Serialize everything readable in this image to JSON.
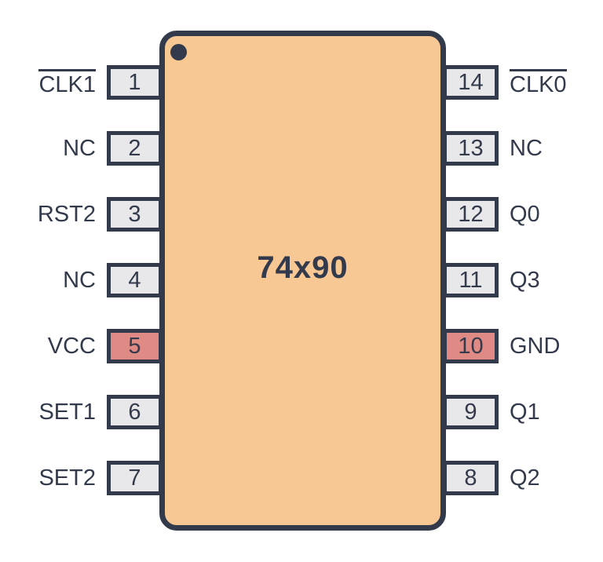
{
  "chip": {
    "name": "74x90",
    "package": "DIP-14",
    "pin1_indicator": "dot"
  },
  "colors": {
    "background": "#FFFFFF",
    "body_fill": "#F7C794",
    "outline": "#323A4C",
    "pin_fill": "#E8E8EA",
    "power_pin_fill": "#DF8A84",
    "text": "#323A4C"
  },
  "pins": {
    "left": [
      {
        "number": "1",
        "label": "CLK1",
        "overline": true,
        "power": false
      },
      {
        "number": "2",
        "label": "NC",
        "overline": false,
        "power": false
      },
      {
        "number": "3",
        "label": "RST2",
        "overline": false,
        "power": false
      },
      {
        "number": "4",
        "label": "NC",
        "overline": false,
        "power": false
      },
      {
        "number": "5",
        "label": "VCC",
        "overline": false,
        "power": true
      },
      {
        "number": "6",
        "label": "SET1",
        "overline": false,
        "power": false
      },
      {
        "number": "7",
        "label": "SET2",
        "overline": false,
        "power": false
      }
    ],
    "right": [
      {
        "number": "14",
        "label": "CLK0",
        "overline": true,
        "power": false
      },
      {
        "number": "13",
        "label": "NC",
        "overline": false,
        "power": false
      },
      {
        "number": "12",
        "label": "Q0",
        "overline": false,
        "power": false
      },
      {
        "number": "11",
        "label": "Q3",
        "overline": false,
        "power": false
      },
      {
        "number": "10",
        "label": "GND",
        "overline": false,
        "power": true
      },
      {
        "number": "9",
        "label": "Q1",
        "overline": false,
        "power": false
      },
      {
        "number": "8",
        "label": "Q2",
        "overline": false,
        "power": false
      }
    ]
  }
}
